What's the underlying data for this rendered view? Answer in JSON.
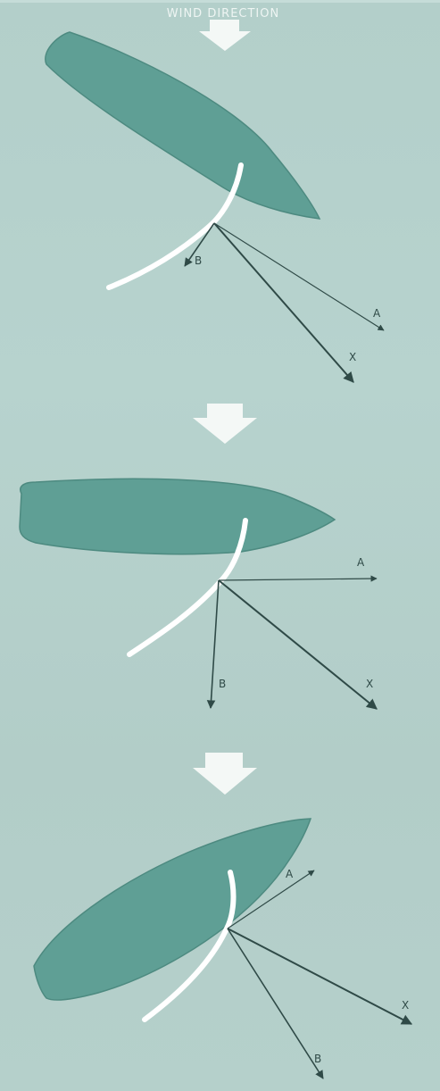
{
  "header": {
    "title": "WIND DIRECTION"
  },
  "diagrams": [
    {
      "labels": {
        "a": "A",
        "b": "B",
        "x": "X"
      }
    },
    {
      "labels": {
        "a": "A",
        "b": "B",
        "x": "X"
      }
    },
    {
      "labels": {
        "a": "A",
        "b": "B",
        "x": "X"
      }
    }
  ],
  "colors": {
    "background": "#b5d1cc",
    "hull": "#5f9f95",
    "hull_outline": "#4d8a80",
    "sail": "#ffffff",
    "arrows": "#2f4a47",
    "wind_arrow": "#f4f8f6"
  }
}
